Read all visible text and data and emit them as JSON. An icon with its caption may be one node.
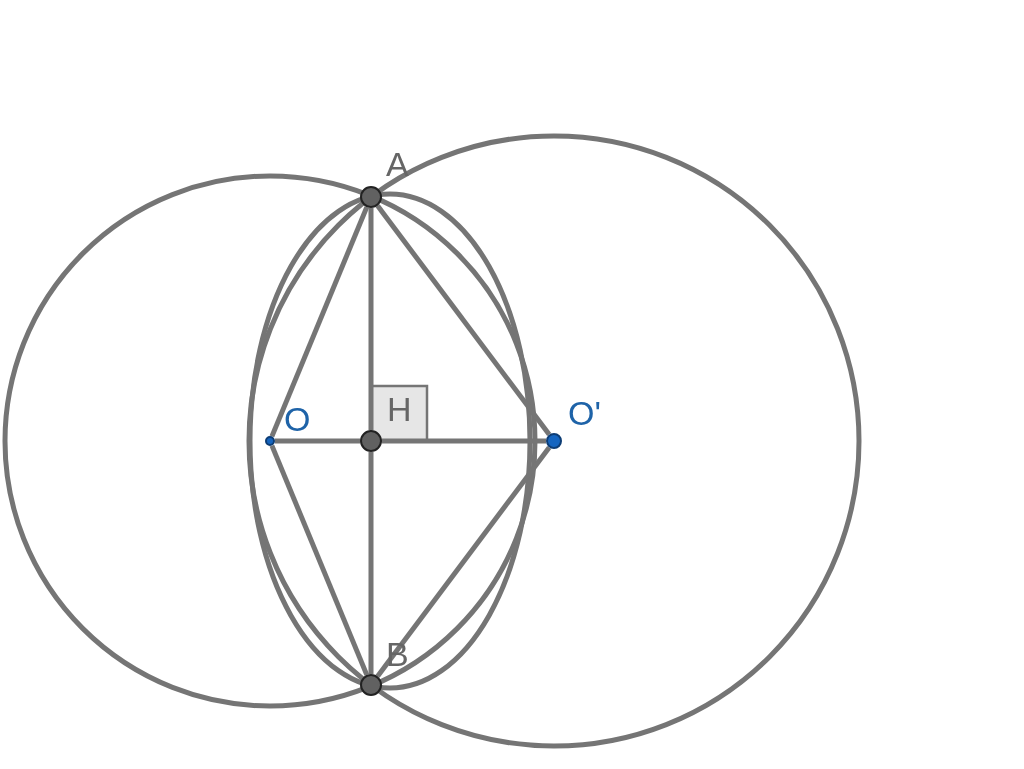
{
  "diagram": {
    "nodes": [
      {
        "text": [
          "A"
        ]
      },
      {
        "text": [
          "O"
        ]
      },
      {
        "text": [
          "H"
        ]
      },
      {
        "text": [
          "O'"
        ]
      },
      {
        "text": [
          "B"
        ]
      }
    ],
    "edges": [
      {
        "from": 0,
        "to": 2,
        "arrow": "none"
      },
      {
        "from": 2,
        "to": 4,
        "arrow": "none"
      },
      {
        "from": 1,
        "to": 2,
        "arrow": "none"
      },
      {
        "from": 2,
        "to": 3,
        "arrow": "none"
      },
      {
        "from": 1,
        "to": 0,
        "arrow": "none"
      },
      {
        "from": 1,
        "to": 4,
        "arrow": "none"
      },
      {
        "from": 3,
        "to": 0,
        "arrow": "none"
      },
      {
        "from": 3,
        "to": 4,
        "arrow": "none"
      }
    ]
  }
}
